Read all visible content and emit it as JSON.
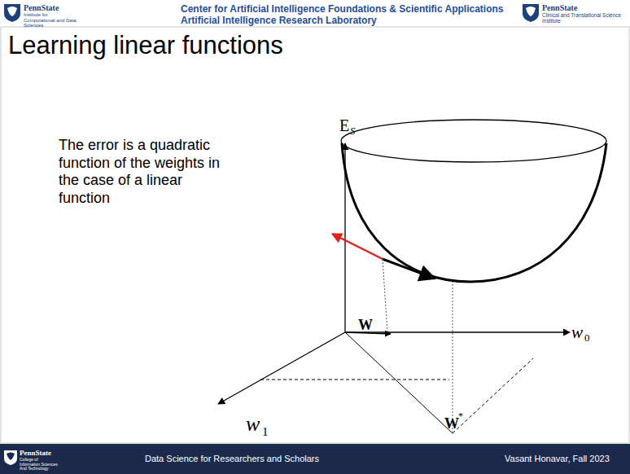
{
  "diagram": {
    "title": "Learning linear functions",
    "labels": [
      "Center for Artificial Intelligence Foundations & Scientific Applications",
      "Artificial Intelligence Research Laboratory",
      "PennState",
      "Institute for Computational and Data Sciences",
      "PennState",
      "Clinical and Translational Science Institute",
      "The error is a quadratic function of the weights in the case of a linear function",
      "E",
      "S",
      "W",
      "w",
      "0",
      "W",
      "*",
      "w",
      "1",
      "PennState",
      "College of Information Sciences And Technology",
      "Data Science for Researchers and Scholars",
      "Vasant Honavar, Fall 2023"
    ]
  }
}
